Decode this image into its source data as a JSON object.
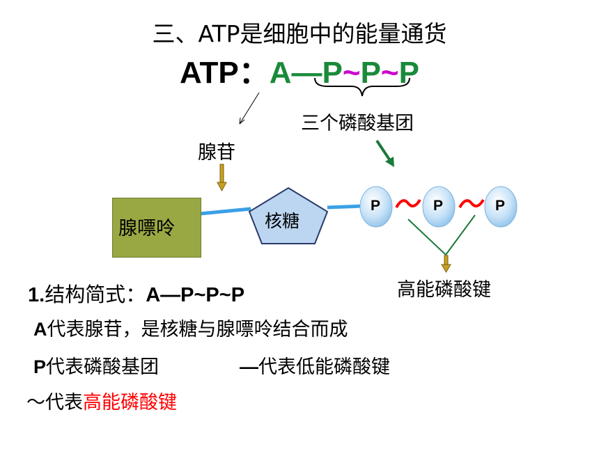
{
  "title": "三、ATP是细胞中的能量通货",
  "formula": {
    "prefix": "ATP：",
    "a": "A—P",
    "t1": "~",
    "p2": "P",
    "t2": "~",
    "p3": "P"
  },
  "diagram": {
    "phosphate_groups_label": "三个磷酸基团",
    "adenosine_label": "腺苷",
    "adenine_label": "腺嘌呤",
    "ribose_label": "核糖",
    "phosphate_symbol": "P",
    "high_energy_tilde": "~",
    "high_energy_bond_label": "高能磷酸键",
    "colors": {
      "adenine_box": "#9aa844",
      "ribose": "#bcd6f2",
      "phosphate": "#c7e2f7",
      "link_line": "#3aa0e6",
      "tilde": "#ff0000",
      "arrow_green": "#1a7a3a",
      "arrow_gold": "#c8a020"
    }
  },
  "body": {
    "heading_num": "1.",
    "heading_text": "结构简式：",
    "heading_formula": "A—P~P~P",
    "line_a_letter": "A",
    "line_a_text": "代表腺苷，是核糖与腺嘌呤结合而成",
    "line_p_letter": "P",
    "line_p_text": "代表磷酸基团",
    "line_dash_symbol": "—",
    "line_dash_text": "代表低能磷酸键",
    "line_tilde_symbol": "～",
    "line_tilde_text": "代表",
    "line_tilde_red": "高能磷酸键"
  }
}
